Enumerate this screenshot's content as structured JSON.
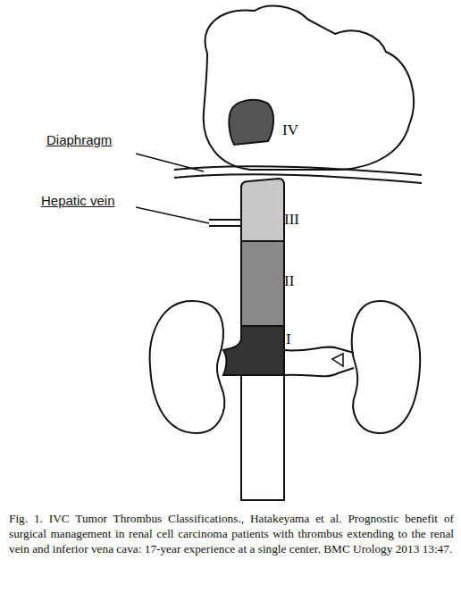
{
  "diagram": {
    "caption": "Fig. 1. IVC Tumor Thrombus Classifications., Hatakeyama et al. Prognostic benefit of surgical management in renal cell carcinoma patients with thrombus extending to the renal vein and inferior vena cava: 17-year experience at a single center. BMC Urology 2013 13:47.",
    "labels": [
      "IV",
      "Diaphragm",
      "Hepatic vein",
      "III",
      "II",
      "I"
    ]
  }
}
